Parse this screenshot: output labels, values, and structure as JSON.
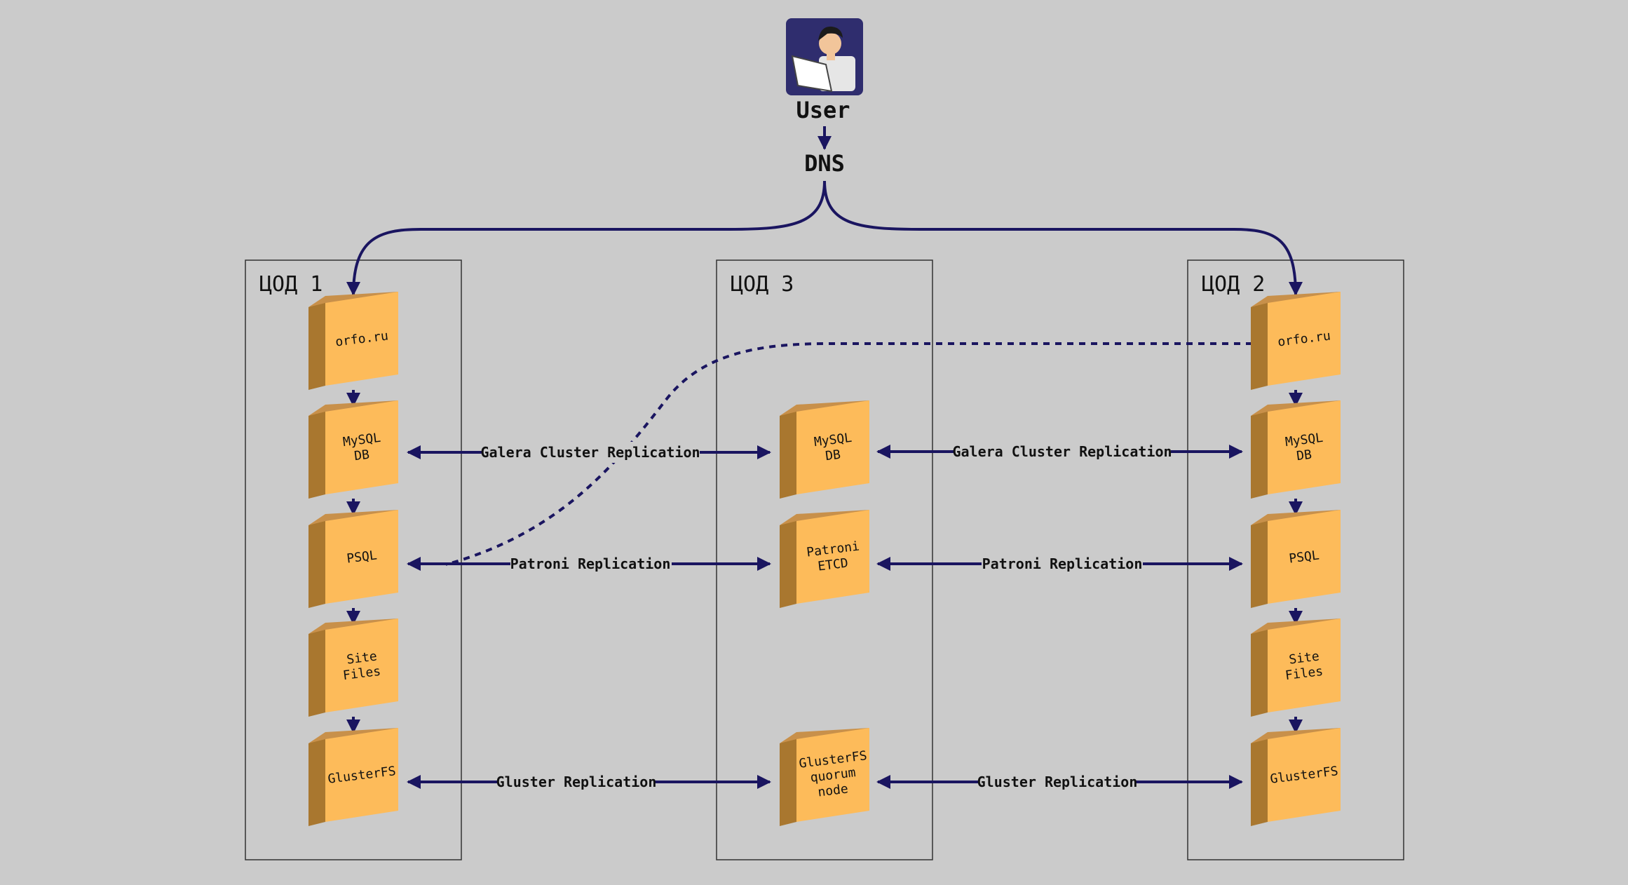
{
  "colors": {
    "background": "#cbcbcb",
    "arrow": "#1a1560",
    "box_front": "#fdbb5a",
    "box_side": "#a9772f",
    "box_top": "#c8904a",
    "frame": "#333333",
    "avatar_bg": "#2f2d6e"
  },
  "user": {
    "label": "User",
    "icon": "user-avatar-icon"
  },
  "dns": {
    "label": "DNS"
  },
  "dcs": [
    {
      "id": "dc1",
      "label": "ЦОД 1"
    },
    {
      "id": "dc3",
      "label": "ЦОД 3"
    },
    {
      "id": "dc2",
      "label": "ЦОД 2"
    }
  ],
  "nodes": {
    "dc1_orfo": [
      "orfo.ru"
    ],
    "dc1_mysql": [
      "MySQL",
      "DB"
    ],
    "dc1_psql": [
      "PSQL"
    ],
    "dc1_files": [
      "Site",
      "Files"
    ],
    "dc1_gluster": [
      "GlusterFS"
    ],
    "dc3_mysql": [
      "MySQL",
      "DB"
    ],
    "dc3_patroni": [
      "Patroni",
      "ETCD"
    ],
    "dc3_gluster": [
      "GlusterFS",
      "quorum",
      "node"
    ],
    "dc2_orfo": [
      "orfo.ru"
    ],
    "dc2_mysql": [
      "MySQL",
      "DB"
    ],
    "dc2_psql": [
      "PSQL"
    ],
    "dc2_files": [
      "Site",
      "Files"
    ],
    "dc2_gluster": [
      "GlusterFS"
    ]
  },
  "replications": {
    "galera_left": "Galera Cluster Replication",
    "galera_right": "Galera Cluster Replication",
    "patroni_left": "Patroni Replication",
    "patroni_right": "Patroni Replication",
    "gluster_left": "Gluster Replication",
    "gluster_right": "Gluster Replication"
  }
}
